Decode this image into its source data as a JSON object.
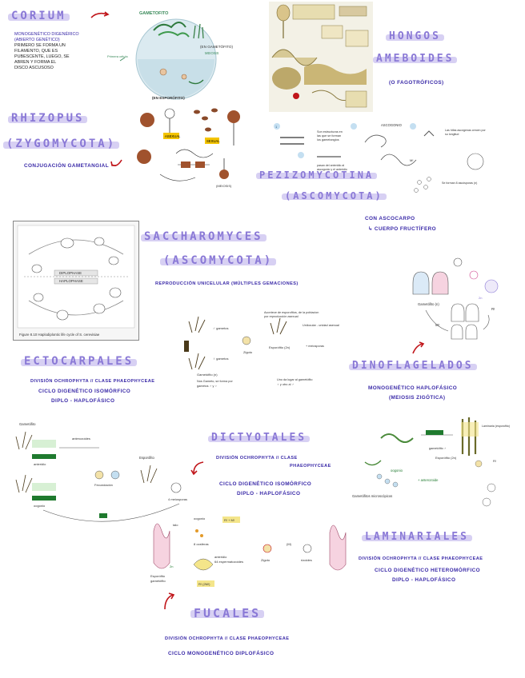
{
  "sections": {
    "corium": {
      "title": "CORIUM",
      "note_lines": [
        "MONOGENÉTICO DIGENÉRICO",
        "(ABIERTO GENÉTICO)",
        "PRIMERO SE FORMA UN",
        "FILAMENTO, QUE ES",
        "PUBESCENTE, LUEGO, SE",
        "ABREN Y FORMA EL",
        "DISCO ASCUSOSO"
      ]
    },
    "hongos_amebas": {
      "title_1": "HONGOS",
      "title_2": "AMEBOIDES",
      "sub": "(O FAGOTRÓFICOS)"
    },
    "rhizopus": {
      "title_1": "RHIZOPUS",
      "title_2": "(ZYGOMYCOTA)",
      "sub": "CONJUGACIÓN GAMETANGIAL"
    },
    "pezizomycotina": {
      "title_1": "PEZIZOMYCOTINA",
      "title_2": "(ASCOMYCOTA)",
      "sub_1": "CON ASCOCARPO",
      "sub_2": "↳ CUERPO FRUCTÍFERO"
    },
    "saccharomyces": {
      "title_1": "SACCHAROMYCES",
      "title_2": "(ASCOMYCOTA)",
      "sub": "REPRODUCCIÓN UNICELULAR (MÚLTIPLES GEMACIONES)",
      "figure_caption": "Figure 8.10   Haplodiplontic life cycle of S. cerevisiae"
    },
    "ectocarpales": {
      "title": "ECTOCARPALES",
      "sub_1": "DIVISIÓN OCHROPHYTA // CLASE PHAEOPHYCEAE",
      "sub_2": "CICLO DIGENÉTICO ISOMÓRFICO",
      "sub_3": "DIPLO - HAPLOFÁSICO"
    },
    "dinoflagelados": {
      "title": "DINOFLAGELADOS",
      "sub_1": "MONOGENÉTICO HAPLOFÁSICO",
      "sub_2": "(MEIOSIS ZIGÓTICA)"
    },
    "dictyotales": {
      "title": "DICTYOTALES",
      "sub_1": "DIVISIÓN OCHROPHYTA // CLASE",
      "sub_2": "PHAEOPHYCEAE",
      "sub_3": "CICLO DIGENÉTICO ISOMÓRFICO",
      "sub_4": "DIPLO - HAPLOFÁSICO"
    },
    "laminariales": {
      "title": "LAMINARIALES",
      "sub_1": "DIVISIÓN OCHROPHYTA // CLASE PHAEOPHYCEAE",
      "sub_2": "CICLO DIGENÉTICO HETEROMÓRFICO",
      "sub_3": "DIPLO - HAPLOFÁSICO"
    },
    "fucales": {
      "title": "FUCALES",
      "sub_1": "DIVISIÓN OCHROPHYTA // CLASE PHAEOPHYCEAE",
      "sub_2": "CICLO MONOGENÉTICO DIPLOFÁSICO"
    }
  },
  "diagram_labels": {
    "gametofito": "GAMETOFITO",
    "meiosis": "MEIOSIS",
    "esporofito": "(EN GAMETÓFITO)",
    "haploid": "HAPLOPHASE",
    "diplophase": "DIPLOPHASE",
    "asexual": "ASEXUAL",
    "sexual": "SEXUAL",
    "gametofito_n": "Gametófito (n)",
    "esporofito_2n": "Esporófito (2n)",
    "meiosis_m": "M!",
    "r_m": "R! (2M!)",
    "gametofitos_microscopicos": "Gametófitos microscópicos",
    "zigoto": "Zigoto",
    "fecundacion": "Fecundación",
    "anteridio": "anteridio",
    "oogonio": "oogonio"
  },
  "colors": {
    "title_purple": "#8a79d6",
    "highlight": "#d7d0f3",
    "sub_blue": "#3a2aa8",
    "red_arrow": "#c0151a"
  }
}
